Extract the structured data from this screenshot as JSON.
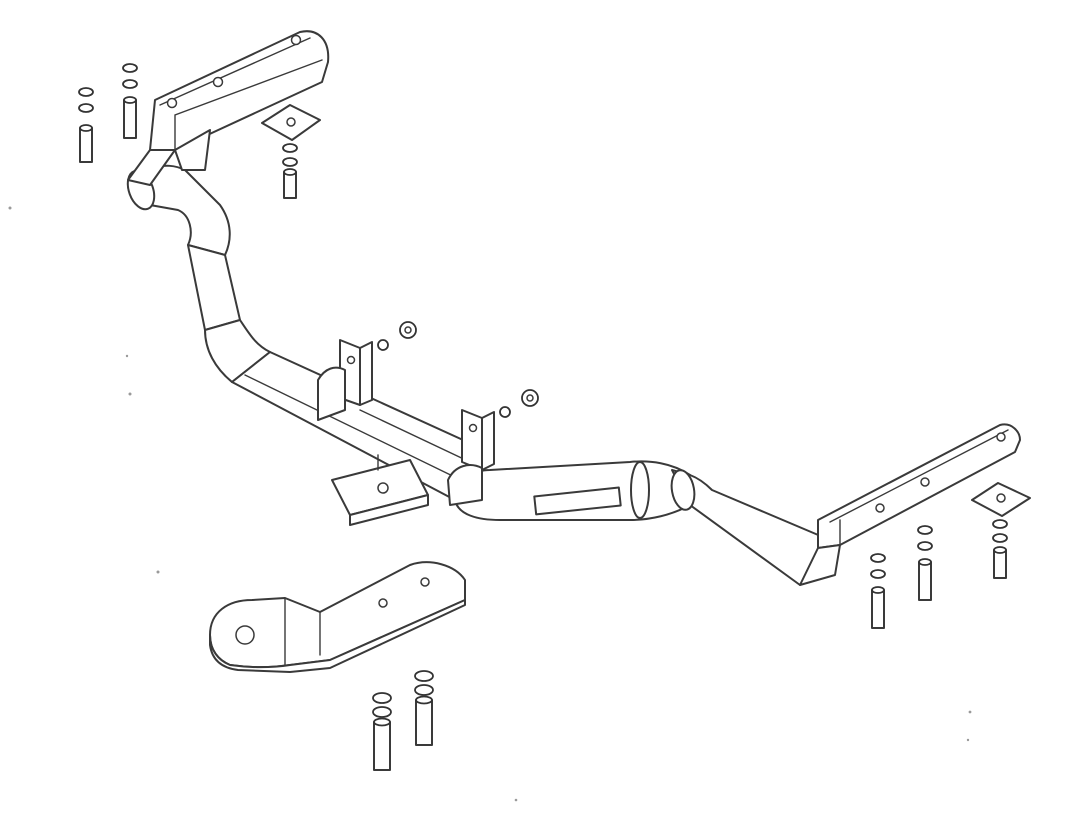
{
  "diagram": {
    "type": "exploded-assembly-line-drawing",
    "colors": {
      "line": "#3a3a3a",
      "background": "#ffffff"
    },
    "parts": [
      "hitch-crossbar-tube",
      "left-mounting-bracket",
      "right-mounting-bracket",
      "center-support-bracket-left",
      "center-support-bracket-right",
      "center-tab-plate",
      "ball-mount-drawbar",
      "square-backing-plate-left",
      "square-backing-plate-right",
      "bolt-set-left",
      "bolt-set-right",
      "bolt-set-drawbar",
      "nut-set-center"
    ]
  }
}
